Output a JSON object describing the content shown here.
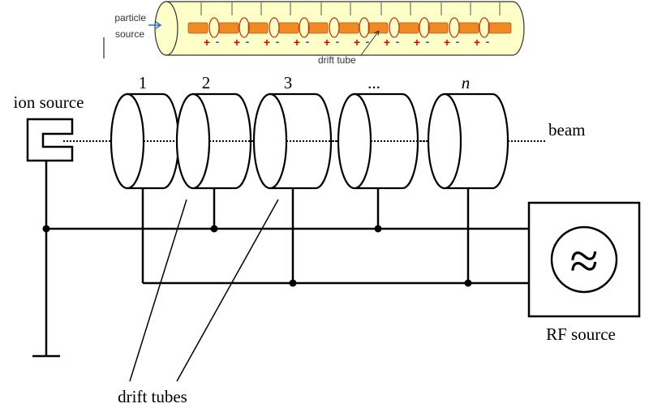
{
  "inset": {
    "particle_source_label_line1": "particle",
    "particle_source_label_line2": "source",
    "drift_tube_label": "drift tube",
    "polarity_plus": "+",
    "polarity_minus": "-",
    "cylinder_fill": "#ffffc8",
    "tube_color": "#f08a24",
    "plus_color": "#e00000",
    "minus_color": "#1e5fd0",
    "arrow_color": "#2a6fd6",
    "field_loop_color": "#c03018"
  },
  "diagram": {
    "ion_source_label": "ion source",
    "beam_label": "beam",
    "rf_source_label": "RF source",
    "drift_tubes_label": "drift tubes",
    "tube_numbers": [
      "1",
      "2",
      "3",
      "...",
      "n"
    ],
    "rf_symbol": "≈"
  }
}
